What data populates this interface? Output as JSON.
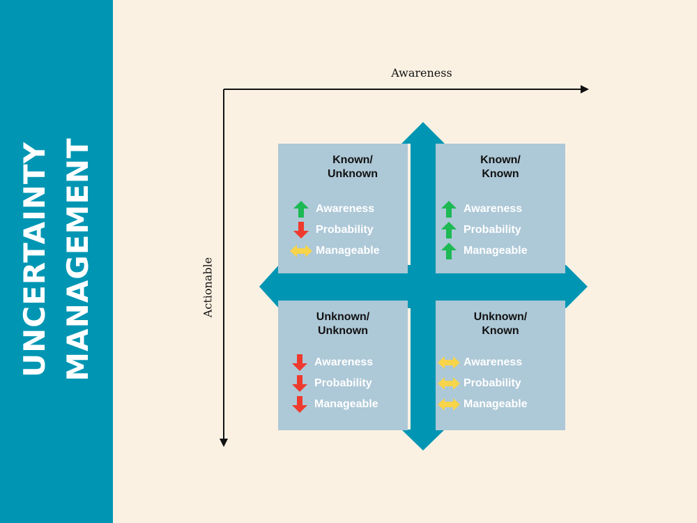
{
  "sidebar": {
    "line1": "UNCERTAINTY",
    "line2": "MANAGEMENT"
  },
  "axes": {
    "x_label": "Awareness",
    "y_label": "Actionable"
  },
  "colors": {
    "up": "#1db954",
    "down": "#ee3a2e",
    "neutral": "#f7d449",
    "cross": "#0096b3",
    "panel": "#adc8d7"
  },
  "quadrants": [
    {
      "title1": "Known/",
      "title2": "Unknown",
      "items": [
        {
          "label": "Awareness",
          "icon": "up-arrow-icon"
        },
        {
          "label": "Probability",
          "icon": "down-arrow-icon"
        },
        {
          "label": "Manageable",
          "icon": "double-arrow-icon"
        }
      ]
    },
    {
      "title1": "Known/",
      "title2": "Known",
      "items": [
        {
          "label": "Awareness",
          "icon": "up-arrow-icon"
        },
        {
          "label": "Probability",
          "icon": "up-arrow-icon"
        },
        {
          "label": "Manageable",
          "icon": "up-arrow-icon"
        }
      ]
    },
    {
      "title1": "Unknown/",
      "title2": "Unknown",
      "items": [
        {
          "label": "Awareness",
          "icon": "down-arrow-icon"
        },
        {
          "label": "Probability",
          "icon": "down-arrow-icon"
        },
        {
          "label": "Manageable",
          "icon": "down-arrow-icon"
        }
      ]
    },
    {
      "title1": "Unknown/",
      "title2": "Known",
      "items": [
        {
          "label": "Awareness",
          "icon": "double-arrow-icon"
        },
        {
          "label": "Probability",
          "icon": "double-arrow-icon"
        },
        {
          "label": "Manageable",
          "icon": "double-arrow-icon"
        }
      ]
    }
  ]
}
